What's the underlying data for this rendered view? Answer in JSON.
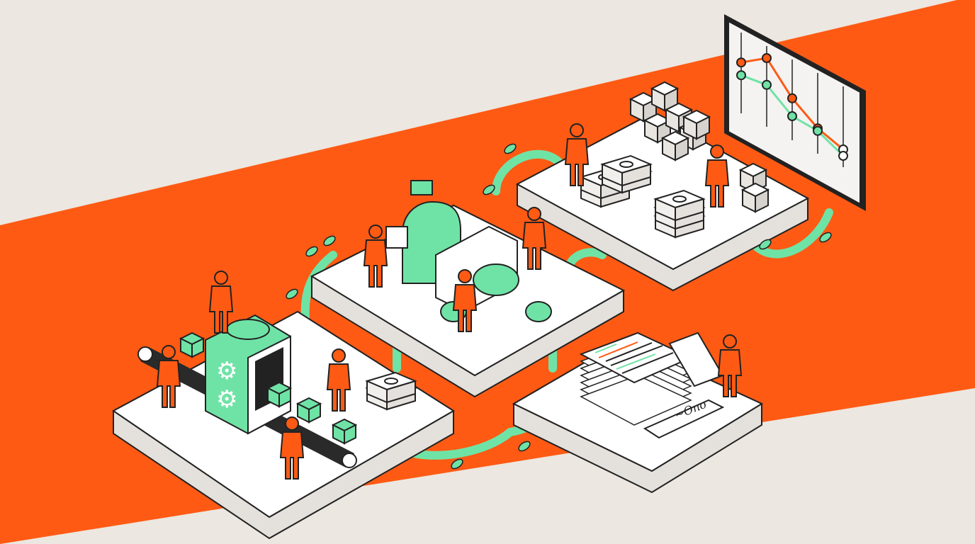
{
  "palette": {
    "background": "#ece7e0",
    "band": "#ff5a14",
    "accent_green": "#6fe3a6",
    "figure": "#ff5a14",
    "platform_top": "#ffffff",
    "platform_side": "#e4e1dc",
    "ink": "#222222",
    "chart_series_a": "#ff5a14",
    "chart_series_b": "#6fe3a6",
    "screen": "#f4f3f1"
  },
  "platforms": [
    {
      "id": "assembly-platform",
      "icon": "conveyor-icon"
    },
    {
      "id": "machine-platform",
      "icon": "printing-press-icon"
    },
    {
      "id": "warehouse-platform",
      "icon": "boxes-icon"
    },
    {
      "id": "documents-platform",
      "icon": "document-stack-icon"
    }
  ],
  "chart_data": {
    "type": "line",
    "x": [
      1,
      2,
      3,
      4,
      5
    ],
    "series": [
      {
        "color": "#ff5a14",
        "values": [
          0.62,
          0.9,
          0.48,
          0.22,
          0.1
        ]
      },
      {
        "color": "#6fe3a6",
        "values": [
          0.42,
          0.48,
          0.2,
          0.18,
          0.0
        ]
      }
    ],
    "grid": true,
    "markers": [
      "circle"
    ]
  },
  "signature": {
    "text": "~Ono"
  }
}
